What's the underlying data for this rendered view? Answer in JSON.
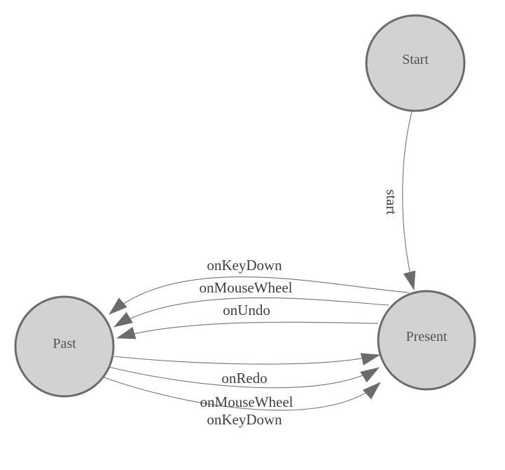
{
  "colors": {
    "background": "#ffffff",
    "node_fill": "#d2d2d2",
    "node_stroke": "#6b6b6b",
    "edge_line": "#747474",
    "arrowhead": "#6b6b6b",
    "node_text": "#525252",
    "edge_text": "#404040"
  },
  "nodes": [
    {
      "id": "start",
      "label": "Start"
    },
    {
      "id": "past",
      "label": "Past"
    },
    {
      "id": "present",
      "label": "Present"
    }
  ],
  "edges": [
    {
      "id": "start-to-present",
      "label": "start",
      "from": "Start",
      "to": "Present"
    },
    {
      "id": "present-to-past-keydown",
      "label": "onKeyDown",
      "from": "Present",
      "to": "Past"
    },
    {
      "id": "present-to-past-mousewheel",
      "label": "onMouseWheel",
      "from": "Present",
      "to": "Past"
    },
    {
      "id": "present-to-past-undo",
      "label": "onUndo",
      "from": "Present",
      "to": "Past"
    },
    {
      "id": "past-to-present-redo",
      "label": "onRedo",
      "from": "Past",
      "to": "Present"
    },
    {
      "id": "past-to-present-mousewheel",
      "label": "onMouseWheel",
      "from": "Past",
      "to": "Present"
    },
    {
      "id": "past-to-present-keydown",
      "label": "onKeyDown",
      "from": "Past",
      "to": "Present"
    }
  ]
}
